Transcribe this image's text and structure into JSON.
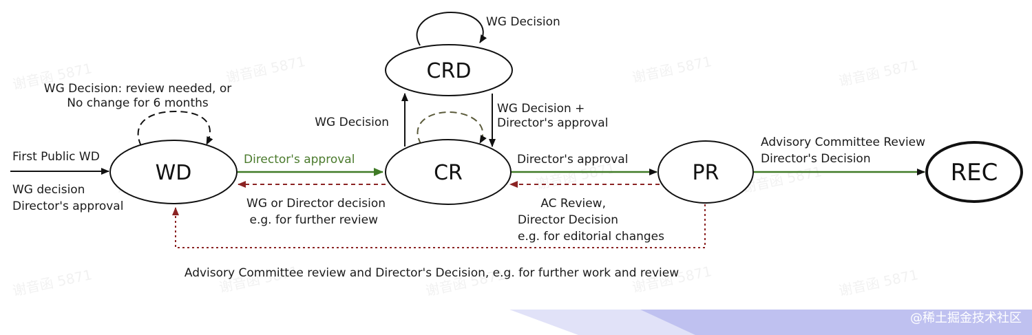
{
  "nodes": {
    "wd": "WD",
    "cr": "CR",
    "crd": "CRD",
    "pr": "PR",
    "rec": "REC"
  },
  "labels": {
    "first_public_wd": "First Public WD",
    "wg_decision_line1": "WG decision",
    "wg_decision_line2": "Director's approval",
    "wd_loop_line1": "WG Decision: review needed, or",
    "wd_loop_line2": "No change for 6 months",
    "wd_to_cr": "Director's approval",
    "cr_to_wd_line1": "WG or Director decision",
    "cr_to_wd_line2": "e.g. for further review",
    "cr_to_crd": "WG Decision",
    "crd_loop": "WG Decision",
    "crd_to_cr_line1": "WG Decision +",
    "crd_to_cr_line2": "Director's approval",
    "cr_to_pr": "Director's approval",
    "pr_to_cr_line1": "AC Review,",
    "pr_to_cr_line2": "Director Decision",
    "pr_to_cr_line3": "e.g. for editorial changes",
    "pr_to_rec_line1": "Advisory Committee Review",
    "pr_to_rec_line2": "Director's Decision",
    "pr_to_wd": "Advisory Committee review and Director's Decision, e.g. for further work and review"
  },
  "watermark": "谢音函 5871",
  "footer_credit": "@稀土掘金技术社区",
  "colors": {
    "green": "#3f7a25",
    "red_dotted": "#8b2323",
    "dark_dashed": "#333333",
    "band": "#5b5fd6"
  }
}
